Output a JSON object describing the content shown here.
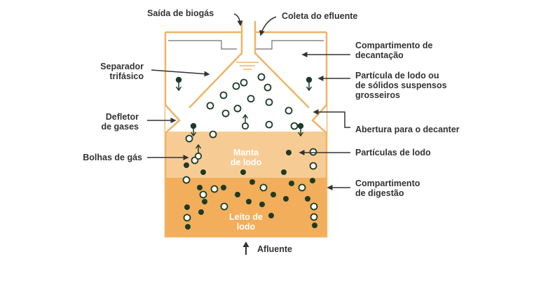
{
  "colors": {
    "vessel_outline": "#f0b463",
    "manta_fill": "#f7cc94",
    "leito_fill": "#f2ae5a",
    "particle": "#1d3b25",
    "bubble_stroke": "#1d3b25",
    "text": "#333333",
    "inner_text": "#ffffff"
  },
  "labels": {
    "saida_biogas": "Saída de biogás",
    "coleta_efluente": "Coleta do efluente",
    "compartimento_decantacao_1": "Compartimento de",
    "compartimento_decantacao_2": "decantação",
    "separador_1": "Separador",
    "separador_2": "trifásico",
    "particula_grosseira_1": "Partícula de lodo ou",
    "particula_grosseira_2": "de sólidos suspensos",
    "particula_grosseira_3": "grosseiros",
    "defletor_1": "Defletor",
    "defletor_2": "de gases",
    "abertura_decanter": "Abertura para o decanter",
    "bolhas_gas": "Bolhas de gás",
    "particulas_lodo": "Partículas de lodo",
    "compartimento_digestao_1": "Compartimento",
    "compartimento_digestao_2": "de digestão",
    "manta_1": "Manta",
    "manta_2": "de lodo",
    "leito_1": "Leito de",
    "leito_2": "lodo",
    "afluente": "Afluente"
  },
  "icons": {
    "up_arrow": "up-arrow-icon",
    "settling_particle": "down-arrow-particle-icon"
  }
}
